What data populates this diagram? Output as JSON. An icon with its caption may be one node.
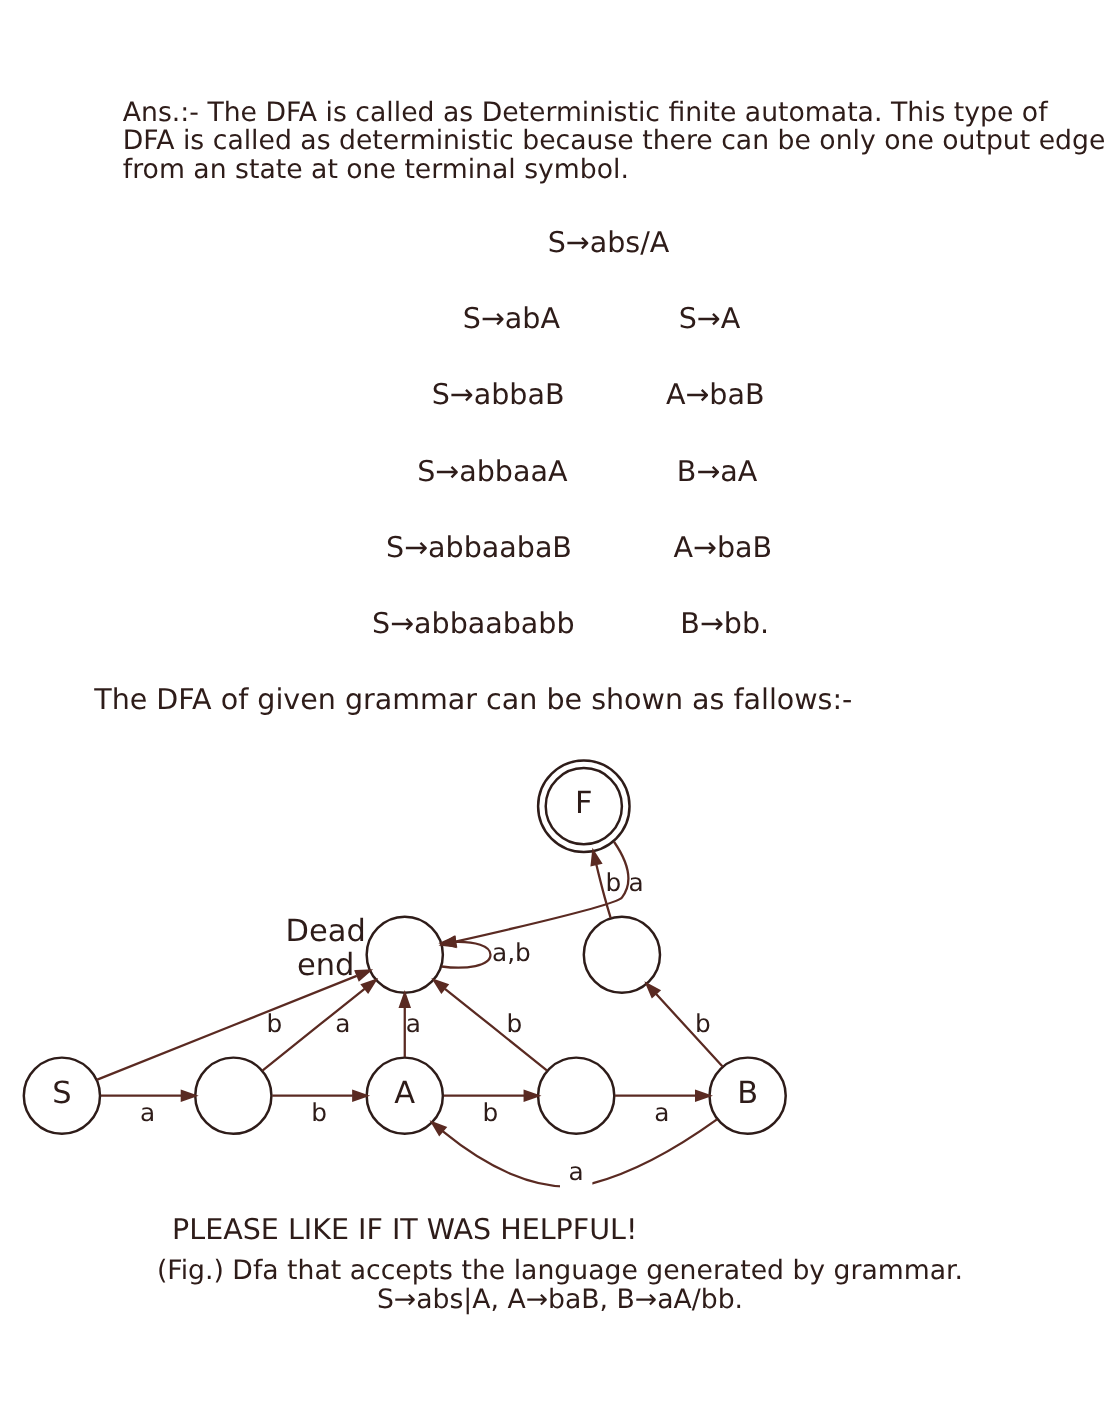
{
  "diagram": {
    "caption": "(Fig.) Dfa that accepts the language generated by grammar. S→abs|A, A→baB, B→aA/bb.",
    "nodes": [
      {
        "text": [],
        "shape": "circle",
        "beside": [
          "Dead end"
        ]
      },
      {
        "text": [
          "F"
        ]
      },
      {
        "text": [],
        "shape": "circle"
      },
      {
        "text": [
          "S"
        ]
      },
      {
        "text": [],
        "shape": "circle"
      },
      {
        "text": [
          "A"
        ]
      },
      {
        "text": [],
        "shape": "circle"
      },
      {
        "text": [
          "B"
        ]
      }
    ],
    "edges": [
      {
        "from": 0,
        "to": 0,
        "arrow": "to",
        "label": "a,b"
      },
      {
        "from": 1,
        "to": 0,
        "arrow": "to",
        "label": "a"
      },
      {
        "from": 3,
        "to": 0,
        "arrow": "to",
        "label": "b"
      },
      {
        "from": 4,
        "to": 0,
        "arrow": "to",
        "label": "a"
      },
      {
        "from": 5,
        "to": 0,
        "arrow": "to",
        "label": "a"
      },
      {
        "from": 6,
        "to": 0,
        "arrow": "to",
        "label": "b"
      },
      {
        "from": 3,
        "to": 4,
        "arrow": "to",
        "label": "a"
      },
      {
        "from": 4,
        "to": 5,
        "arrow": "to",
        "label": "b"
      },
      {
        "from": 5,
        "to": 6,
        "arrow": "to",
        "label": "b"
      },
      {
        "from": 6,
        "to": 7,
        "arrow": "to",
        "label": "a"
      },
      {
        "from": 7,
        "to": 2,
        "arrow": "to",
        "label": "b"
      },
      {
        "from": 2,
        "to": 1,
        "arrow": "to",
        "label": "b"
      },
      {
        "from": 7,
        "to": 5,
        "arrow": "to",
        "label": "a"
      }
    ],
    "labels": [
      "Ans.:- The DFA is called as Deterministic finite automata. This type of DFA is called as deterministic because there can be only one output edge from an state at one terminal symbol.",
      "S→abs/A",
      "S→abA",
      "S→A",
      "S→abbaB",
      "A→baB",
      "S→abbaaA",
      "B→aA",
      "S→abbaabaB",
      "A→baB",
      "S→abbaababb",
      "B→bb.",
      "The DFA of given grammar can be shown as fallows:-",
      "PLEASE LIKE IF IT WAS HELPFUL!"
    ]
  }
}
